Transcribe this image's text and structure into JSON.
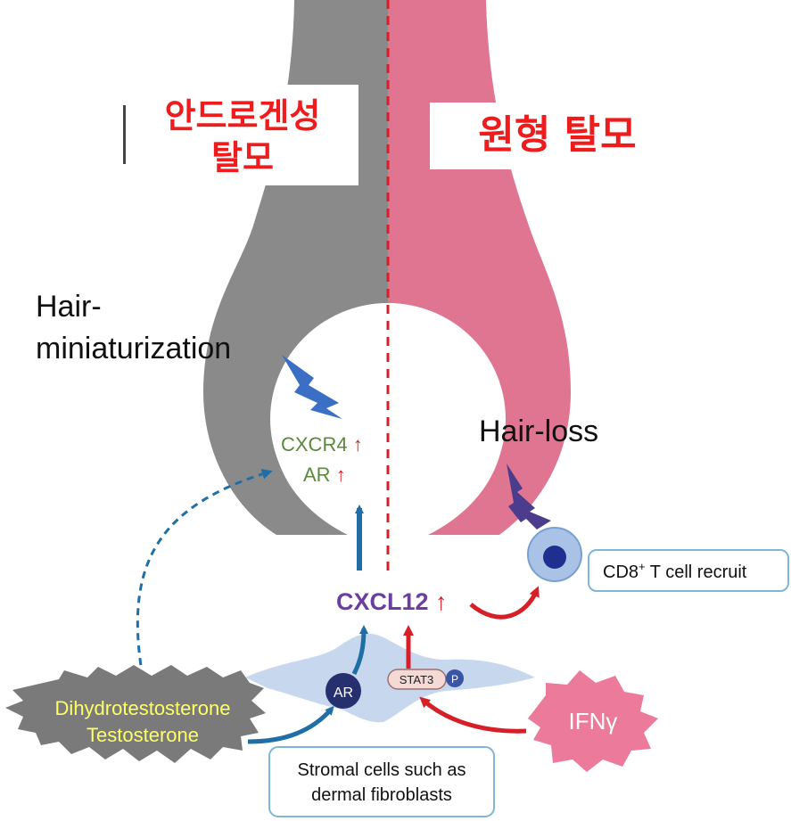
{
  "panels": {
    "left_title_line1": "안드로겐성",
    "left_title_line2": "탈모",
    "right_title": "원형 탈모"
  },
  "labels": {
    "miniaturization_line1": "Hair-",
    "miniaturization_line2": "miniaturization",
    "hair_loss": "Hair-loss",
    "cxcr4": "CXCR4",
    "ar_upper": "AR",
    "up_arrow": "↑",
    "cxcl12": "CXCL12",
    "cd8_prefix": "CD8",
    "cd8_sup": "+",
    "cd8_suffix": " T cell recruit",
    "ar_badge": "AR",
    "stat3": "STAT3",
    "p_badge": "P",
    "hormone_line1": "Dihydrotestosterone",
    "hormone_line2": "Testosterone",
    "ifn": "IFNγ",
    "stromal_line1": "Stromal cells such as",
    "stromal_line2": "dermal fibroblasts"
  },
  "colors": {
    "androgenic_gray": "#8a8a8a",
    "alopecia_pink": "#e07592",
    "title_red": "#ee1c1c",
    "cxcr4_green": "#5a8a3a",
    "cxcl12_purple": "#6b3fa0",
    "arrow_blue": "#1f6fa6",
    "arrow_red": "#d61f26",
    "cell_blue": "#c7d8ee",
    "hormone_yellow": "#ffff66",
    "ifn_pink": "#ec7a9a"
  }
}
